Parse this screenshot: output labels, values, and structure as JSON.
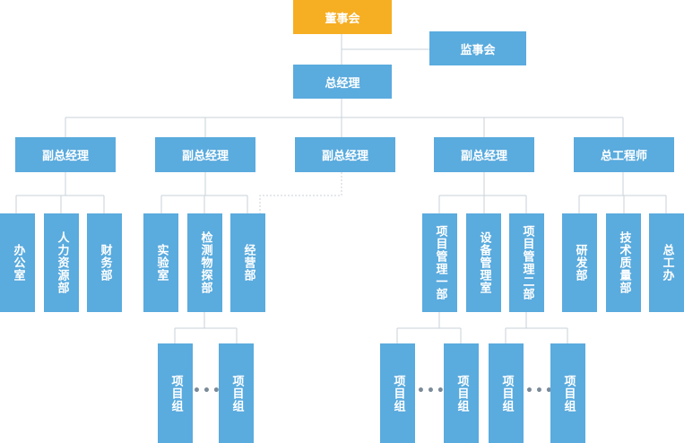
{
  "colors": {
    "box": "#5aabde",
    "top_box": "#f6ae23",
    "line": "#c9d2da"
  },
  "board": "董事会",
  "supervisors": "监事会",
  "general_manager": "总经理",
  "managers": [
    "副总经理",
    "副总经理",
    "副总经理",
    "副总经理",
    "总工程师"
  ],
  "departments": [
    "办公室",
    "人力资源部",
    "财务部",
    "实验室",
    "检测物探部",
    "经营部",
    "项目管理一部",
    "设备管理室",
    "项目管理二部",
    "研发部",
    "技术质量部",
    "总工办"
  ],
  "project_groups": [
    "项目组",
    "项目组",
    "项目组",
    "项目组",
    "项目组",
    "项目组"
  ],
  "ellipsis": "•••"
}
